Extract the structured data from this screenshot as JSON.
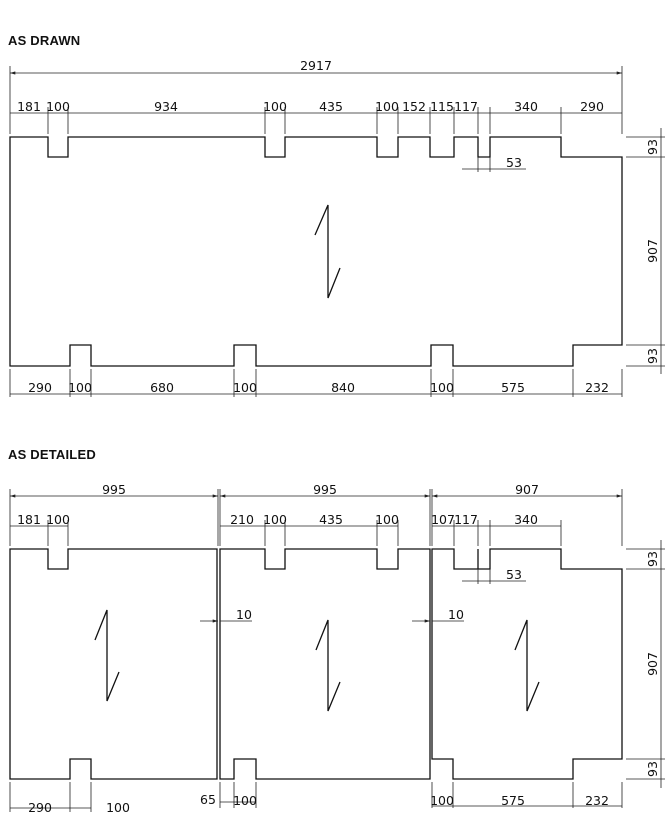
{
  "drawn": {
    "heading": "AS DRAWN",
    "overall_width": "2917",
    "top_segments": [
      "181",
      "100",
      "934",
      "100",
      "435",
      "100",
      "152",
      "115",
      "117",
      "340",
      "290"
    ],
    "slot_dim": "53",
    "bottom_segments": [
      "290",
      "100",
      "680",
      "100",
      "840",
      "100",
      "575",
      "232"
    ],
    "side_dims": [
      "93",
      "907",
      "93"
    ]
  },
  "detailed": {
    "heading": "AS DETAILED",
    "panel_widths": [
      "995",
      "995",
      "907"
    ],
    "panel1_top": [
      "181",
      "100"
    ],
    "panel2_top": [
      "210",
      "100",
      "435",
      "100"
    ],
    "panel3_top": [
      "107",
      "117",
      "340"
    ],
    "slot_dim": "53",
    "gap_dims": [
      "10",
      "10"
    ],
    "panel1_bottom": [
      "290",
      "100"
    ],
    "panel2_bottom": [
      "65",
      "100"
    ],
    "panel3_bottom": [
      "100",
      "575",
      "232"
    ],
    "side_dims": [
      "93",
      "907",
      "93"
    ]
  }
}
